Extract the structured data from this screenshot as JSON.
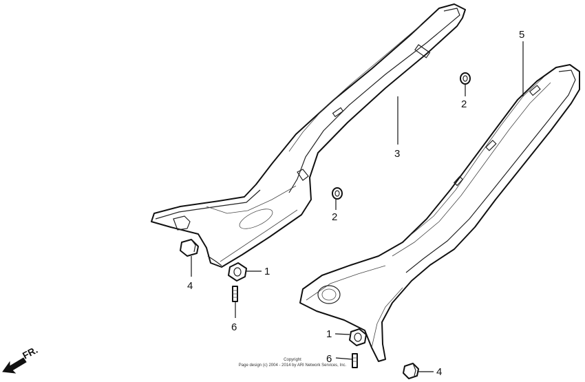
{
  "callouts": {
    "c1_left": "1",
    "c1_right": "1",
    "c2_top": "2",
    "c2_mid": "2",
    "c3": "3",
    "c4_left": "4",
    "c4_right": "4",
    "c5": "5",
    "c6_left": "6",
    "c6_right": "6"
  },
  "direction": {
    "label": "FR."
  },
  "copyright": {
    "line1": "Copyright",
    "line2": "Page design (c) 2004 - 2014 by ARI Network Services, Inc."
  }
}
